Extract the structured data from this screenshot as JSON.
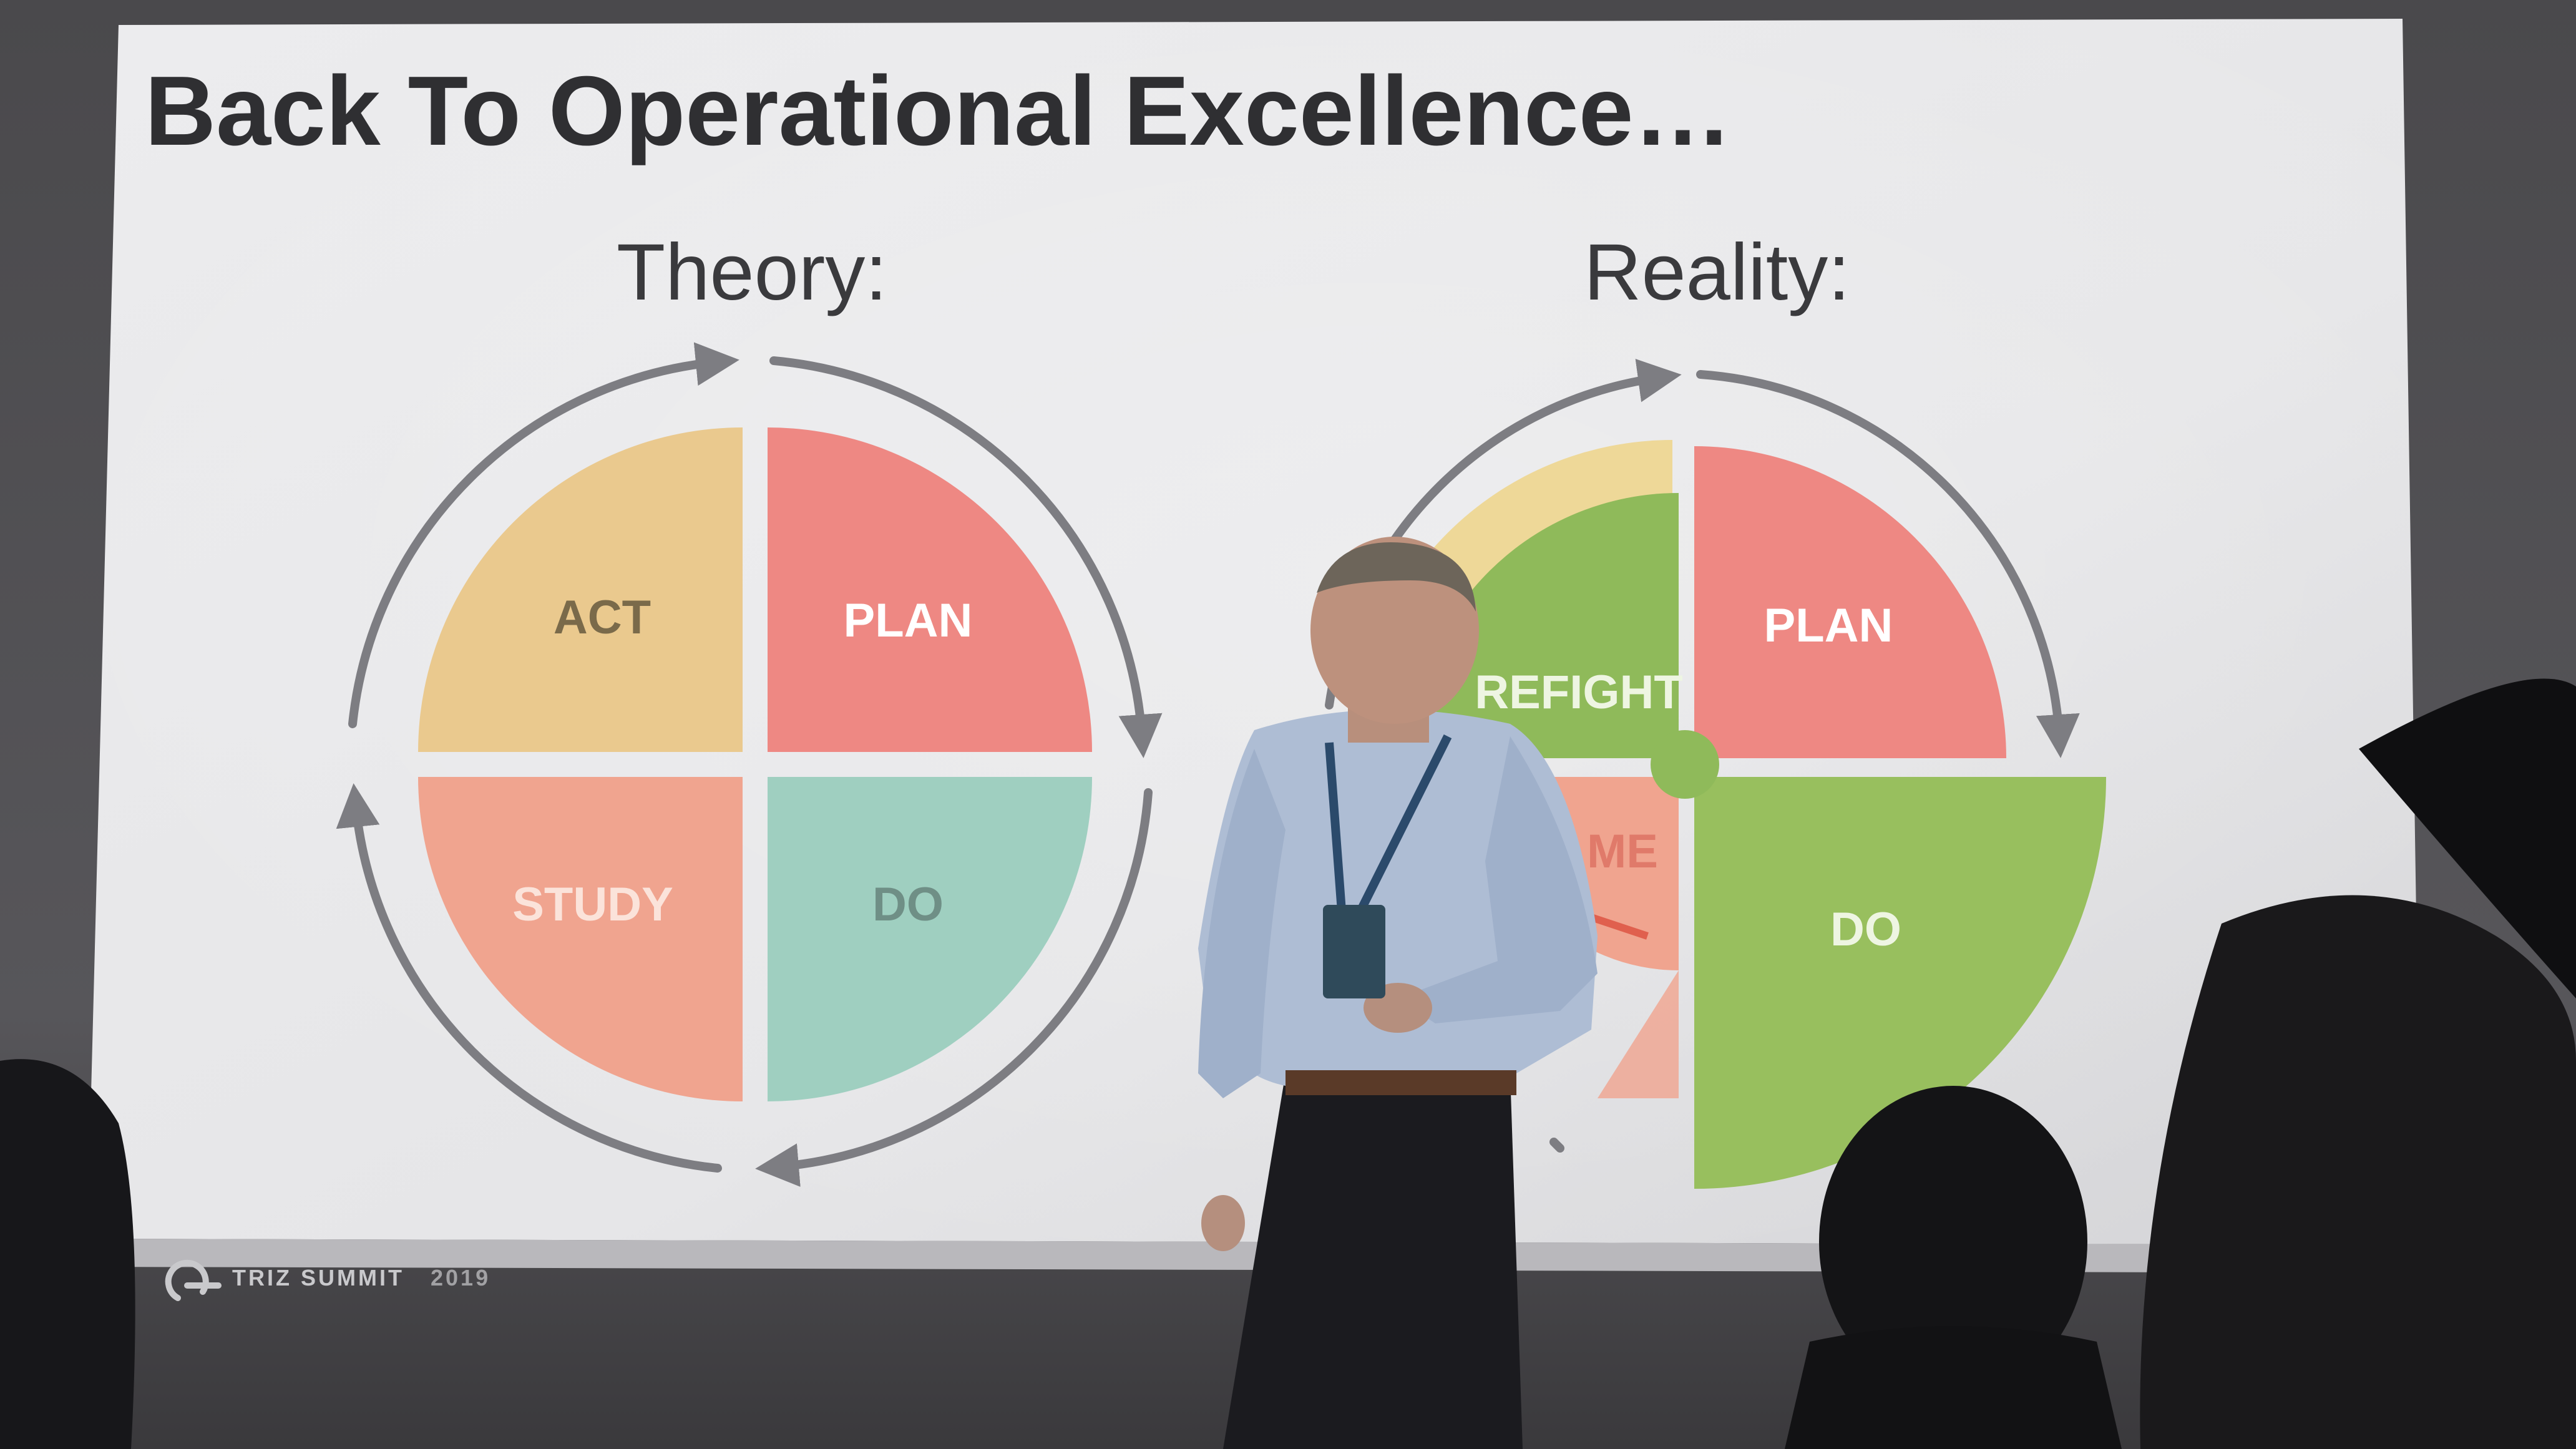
{
  "slide": {
    "title": "Back To Operational Excellence…",
    "theory": {
      "heading": "Theory:",
      "segments": {
        "act": "ACT",
        "plan": "PLAN",
        "study": "STUDY",
        "do": "DO"
      }
    },
    "reality": {
      "heading": "Reality:",
      "segments": {
        "firefight": "REFIGHT",
        "plan": "PLAN",
        "do": "DO",
        "blame": "ME"
      }
    },
    "footer": {
      "brand": "TRIZ SUMMIT",
      "year": "2019"
    }
  },
  "colors": {
    "act": "#eac98e",
    "plan": "#ee8883",
    "study": "#f0a48f",
    "do_theory": "#9fcfc0",
    "firefight": "#8fba5a",
    "do_reality": "#98bf5e",
    "arrow": "#7d7d82"
  }
}
